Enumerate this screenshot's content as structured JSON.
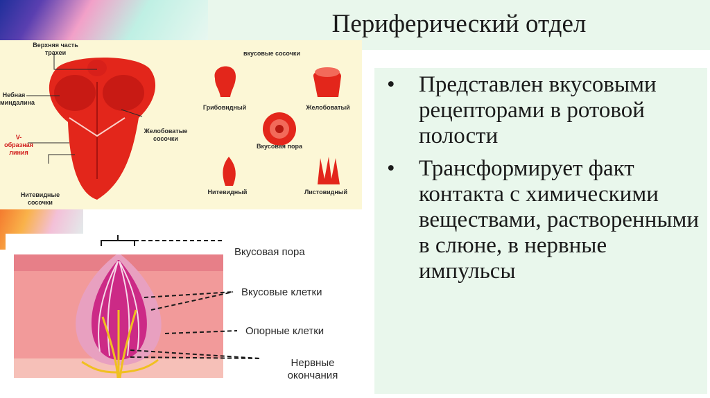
{
  "slide": {
    "title": "Периферический отдел",
    "bullets": [
      "Представлен вкусовыми рецепторами в ротовой полости",
      "Трансформирует факт контакта с химическими веществами, растворенными в слюне, в нервные импульсы"
    ],
    "bullet_symbol": "•"
  },
  "tongue_figure": {
    "labels": {
      "trachea": "Верхняя часть трахеи",
      "tonsil": "Небная миндалина",
      "v_line": "V-образная линия",
      "filiform_papillae": "Нитевидные сосочки",
      "vallate_papillae": "Желобоватые сосочки",
      "header": "вкусовые сосочки",
      "fungiform": "Грибовидный",
      "vallate": "Желобоватый",
      "taste_pore": "Вкусовая пора",
      "filiform": "Нитевидный",
      "foliate": "Листовидный"
    }
  },
  "taste_bud_figure": {
    "labels": {
      "pore": "Вкусовая пора",
      "cells": "Вкусовые клетки",
      "support": "Опорные клетки",
      "nerves": "Нервные окончания"
    }
  },
  "colors": {
    "tongue_red": "#e3261b",
    "tissue_pink": "#f29a9a",
    "bud_magenta": "#cc2a86",
    "nerve_yellow": "#f0c020",
    "panel_green": "#e9f7ec"
  }
}
